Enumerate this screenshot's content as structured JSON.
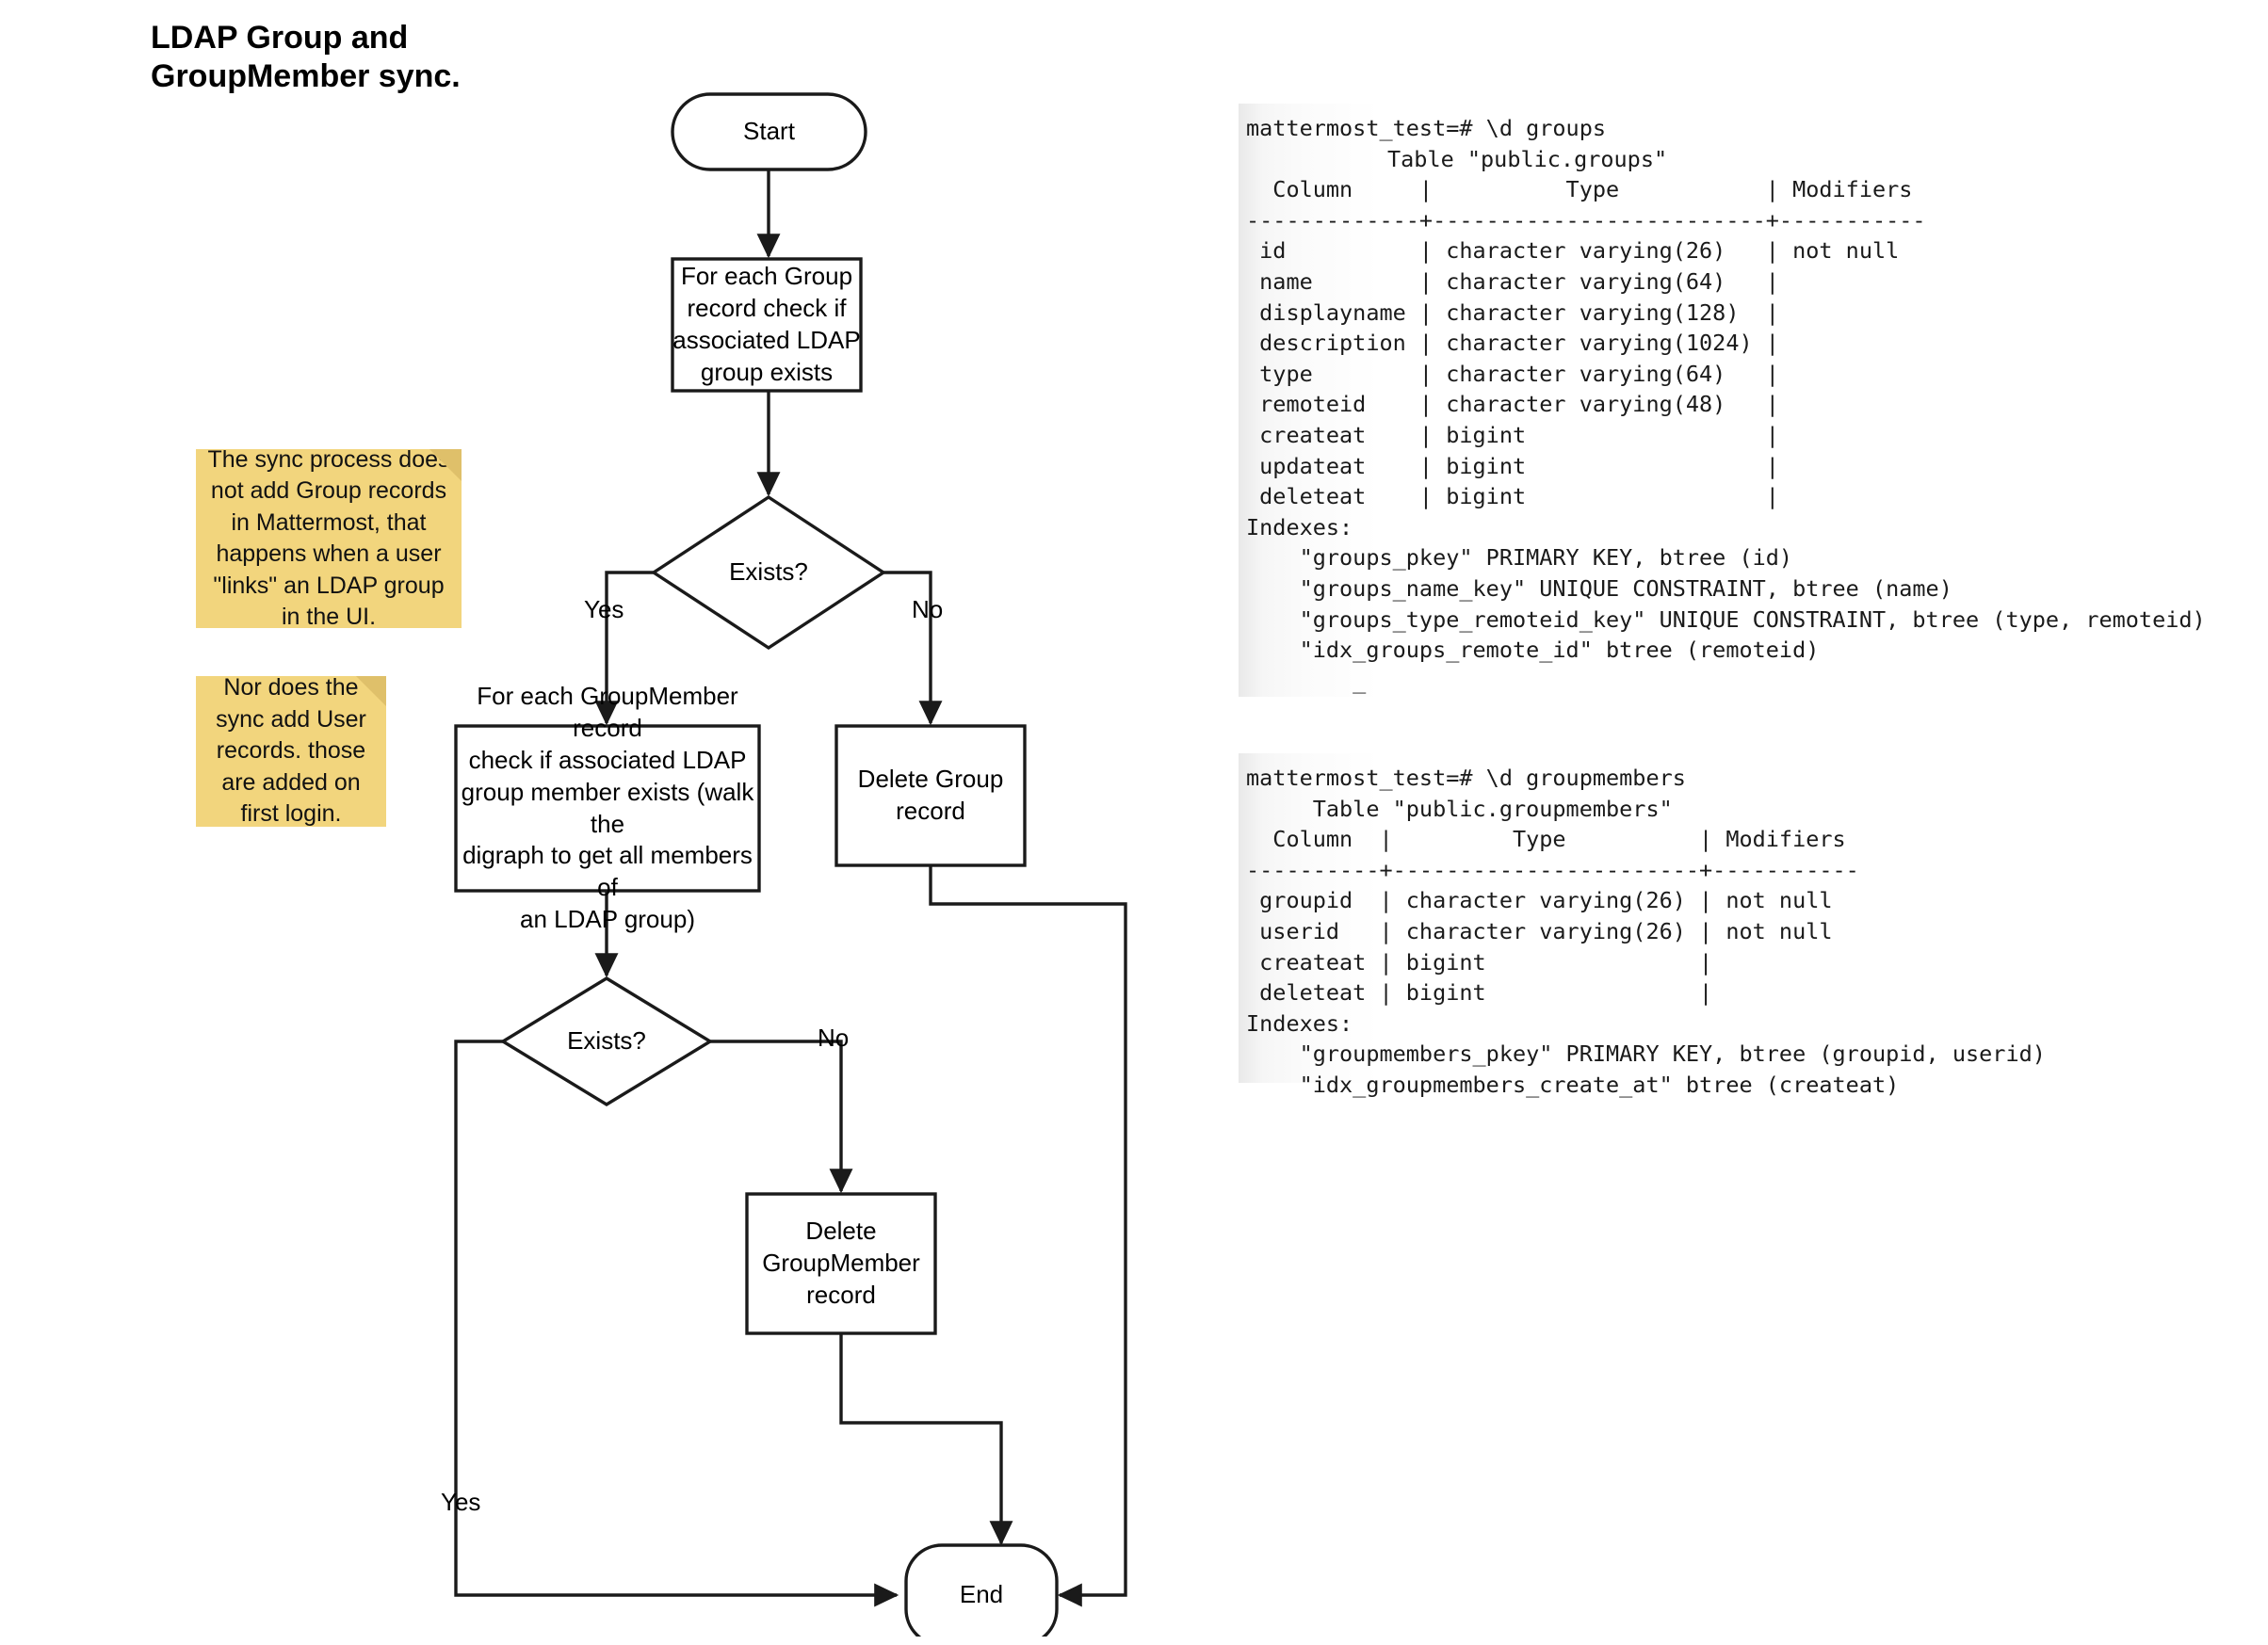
{
  "title": "LDAP Group and\nGroupMember sync.",
  "flowchart": {
    "nodes": {
      "start": "Start",
      "check_group": "For each Group\nrecord check if\nassociated LDAP\ngroup exists",
      "exists_1": "Exists?",
      "check_groupmember": "For each GroupMember record\ncheck if associated LDAP\ngroup member exists (walk the\ndigraph to get all members of\nan LDAP group)",
      "delete_group": "Delete Group\nrecord",
      "exists_2": "Exists?",
      "delete_groupmember": "Delete\nGroupMember\nrecord",
      "end": "End"
    },
    "edge_labels": {
      "exists1_yes": "Yes",
      "exists1_no": "No",
      "exists2_yes": "Yes",
      "exists2_no": "No"
    },
    "stroke_color": "#1a1a1a",
    "fill_color": "#ffffff"
  },
  "notes": [
    {
      "id": "note-sync-no-group-add",
      "text": "The sync process does not add Group records in Mattermost, that happens when a user \"links\" an LDAP group in the UI.",
      "color": "#f2d57d"
    },
    {
      "id": "note-sync-no-user-add",
      "text": "Nor does the sync add User records. those are added on first login.",
      "color": "#f2d57d"
    }
  ],
  "terminals": [
    {
      "id": "terminal-groups",
      "prompt": "mattermost_test=# \\d groups",
      "table_caption": "Table \"public.groups\"",
      "header": "  Column     |          Type           | Modifiers ",
      "divider": "-------------+-------------------------+-----------",
      "rows": [
        " id          | character varying(26)   | not null",
        " name        | character varying(64)   |",
        " displayname | character varying(128)  |",
        " description | character varying(1024) |",
        " type        | character varying(64)   |",
        " remoteid    | character varying(48)   |",
        " createat    | bigint                  |",
        " updateat    | bigint                  |",
        " deleteat    | bigint                  |"
      ],
      "indexes_label": "Indexes:",
      "indexes": [
        "    \"groups_pkey\" PRIMARY KEY, btree (id)",
        "    \"groups_name_key\" UNIQUE CONSTRAINT, btree (name)",
        "    \"groups_type_remoteid_key\" UNIQUE CONSTRAINT, btree (type, remoteid)",
        "    \"idx_groups_remote_id\" btree (remoteid)"
      ],
      "cursor": "        _"
    },
    {
      "id": "terminal-groupmembers",
      "prompt": "mattermost_test=# \\d groupmembers",
      "table_caption": "     Table \"public.groupmembers\"",
      "header": "  Column  |         Type          | Modifiers ",
      "divider": "----------+-----------------------+-----------",
      "rows": [
        " groupid  | character varying(26) | not null",
        " userid   | character varying(26) | not null",
        " createat | bigint                |",
        " deleteat | bigint                |"
      ],
      "indexes_label": "Indexes:",
      "indexes": [
        "    \"groupmembers_pkey\" PRIMARY KEY, btree (groupid, userid)",
        "    \"idx_groupmembers_create_at\" btree (createat)"
      ],
      "cursor": ""
    }
  ]
}
